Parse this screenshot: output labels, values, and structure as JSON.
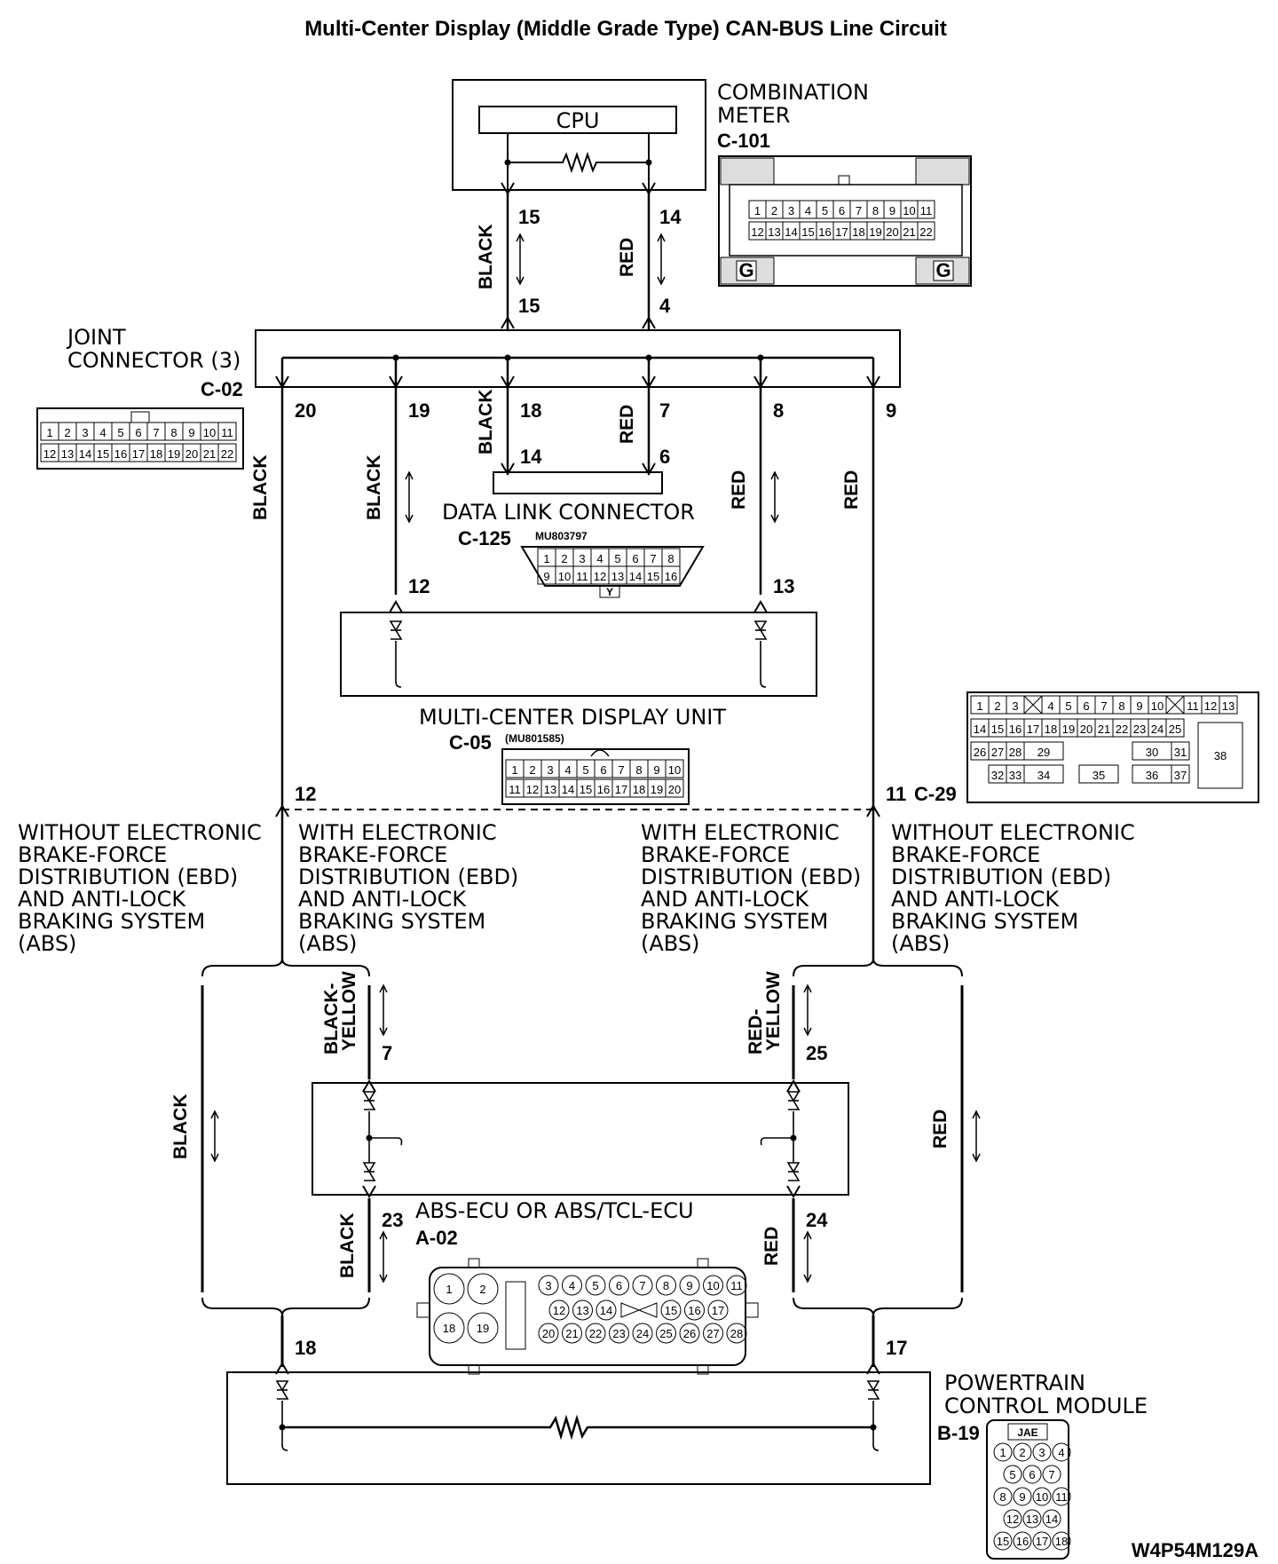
{
  "title": "Multi-Center Display (Middle Grade Type) CAN-BUS Line Circuit",
  "figure_code": "W4P54M129A",
  "components": {
    "combination_meter": {
      "name_line1": "COMBINATION",
      "name_line2": "METER",
      "connector": "C-101",
      "cpu": "CPU",
      "ground_mark": "G"
    },
    "joint_connector": {
      "name_line1": "JOINT",
      "name_line2": "CONNECTOR (3)",
      "connector": "C-02"
    },
    "data_link_connector": {
      "name": "DATA LINK CONNECTOR",
      "connector": "C-125",
      "part_no": "MU803797",
      "mark": "Y"
    },
    "multi_center_display": {
      "name": "MULTI-CENTER DISPLAY UNIT",
      "connector": "C-05",
      "part_no": "(MU801585)",
      "connector_b": "C-29"
    },
    "abs_ecu": {
      "name": "ABS-ECU OR ABS/TCL-ECU",
      "connector": "A-02"
    },
    "pcm": {
      "name_line1": "POWERTRAIN",
      "name_line2": "CONTROL MODULE",
      "connector": "B-19",
      "mark": "JAE"
    }
  },
  "wire_colors": {
    "black": "BLACK",
    "red": "RED",
    "black_yellow_1": "BLACK-",
    "black_yellow_2": "YELLOW",
    "red_yellow_1": "RED-",
    "red_yellow_2": "YELLOW"
  },
  "pins": {
    "meter_l": "15",
    "meter_r": "14",
    "jc_top_l": "15",
    "jc_top_r": "4",
    "jc_20": "20",
    "jc_19": "19",
    "jc_18": "18",
    "jc_7": "7",
    "jc_8": "8",
    "jc_9": "9",
    "dlc_14": "14",
    "dlc_6": "6",
    "mcd_12": "12",
    "mcd_13": "13",
    "c29_12": "12",
    "c29_11": "11",
    "abs_7": "7",
    "abs_25": "25",
    "abs_23": "23",
    "abs_24": "24",
    "pcm_18": "18",
    "pcm_17": "17"
  },
  "variants": {
    "without": [
      "WITHOUT ELECTRONIC",
      "BRAKE-FORCE",
      "DISTRIBUTION (EBD)",
      "AND ANTI-LOCK",
      "BRAKING SYSTEM",
      "(ABS)"
    ],
    "with": [
      "WITH ELECTRONIC",
      "BRAKE-FORCE",
      "DISTRIBUTION (EBD)",
      "AND ANTI-LOCK",
      "BRAKING SYSTEM",
      "(ABS)"
    ]
  },
  "connector_pins": {
    "c101_row1": [
      "1",
      "2",
      "3",
      "4",
      "5",
      "6",
      "7",
      "8",
      "9",
      "10",
      "11"
    ],
    "c101_row2": [
      "12",
      "13",
      "14",
      "15",
      "16",
      "17",
      "18",
      "19",
      "20",
      "21",
      "22"
    ],
    "c02_row1": [
      "1",
      "2",
      "3",
      "4",
      "5",
      "6",
      "7",
      "8",
      "9",
      "10",
      "11"
    ],
    "c02_row2": [
      "12",
      "13",
      "14",
      "15",
      "16",
      "17",
      "18",
      "19",
      "20",
      "21",
      "22"
    ],
    "dlc_row1": [
      "1",
      "2",
      "3",
      "4",
      "5",
      "6",
      "7",
      "8"
    ],
    "dlc_row2": [
      "9",
      "10",
      "11",
      "12",
      "13",
      "14",
      "15",
      "16"
    ],
    "c05_row1": [
      "1",
      "2",
      "3",
      "4",
      "5",
      "6",
      "7",
      "8",
      "9",
      "10"
    ],
    "c05_row2": [
      "11",
      "12",
      "13",
      "14",
      "15",
      "16",
      "17",
      "18",
      "19",
      "20"
    ],
    "c29_row1": [
      "1",
      "2",
      "3",
      "",
      "4",
      "5",
      "6",
      "7",
      "8",
      "9",
      "10",
      "",
      "11",
      "12",
      "13"
    ],
    "c29_row2": [
      "14",
      "15",
      "16",
      "17",
      "18",
      "19",
      "20",
      "21",
      "22",
      "23",
      "24",
      "25"
    ],
    "c29_row3": [
      "26",
      "27",
      "28",
      "29",
      "30",
      "31"
    ],
    "c29_row4": [
      "32",
      "33",
      "34",
      "35",
      "36",
      "37"
    ],
    "c29_big": "38",
    "a02_big": [
      "1",
      "2",
      "18",
      "19"
    ],
    "a02_row1": [
      "3",
      "4",
      "5",
      "6",
      "7",
      "8",
      "9",
      "10",
      "11"
    ],
    "a02_row2a": [
      "12",
      "13",
      "14"
    ],
    "a02_row2b": [
      "15",
      "16",
      "17"
    ],
    "a02_row3": [
      "20",
      "21",
      "22",
      "23",
      "24",
      "25",
      "26",
      "27",
      "28"
    ],
    "b19_rows": [
      [
        "1",
        "2",
        "3",
        "4"
      ],
      [
        "5",
        "6",
        "7"
      ],
      [
        "8",
        "9",
        "10",
        "11"
      ],
      [
        "12",
        "13",
        "14"
      ],
      [
        "15",
        "16",
        "17",
        "18"
      ]
    ]
  }
}
